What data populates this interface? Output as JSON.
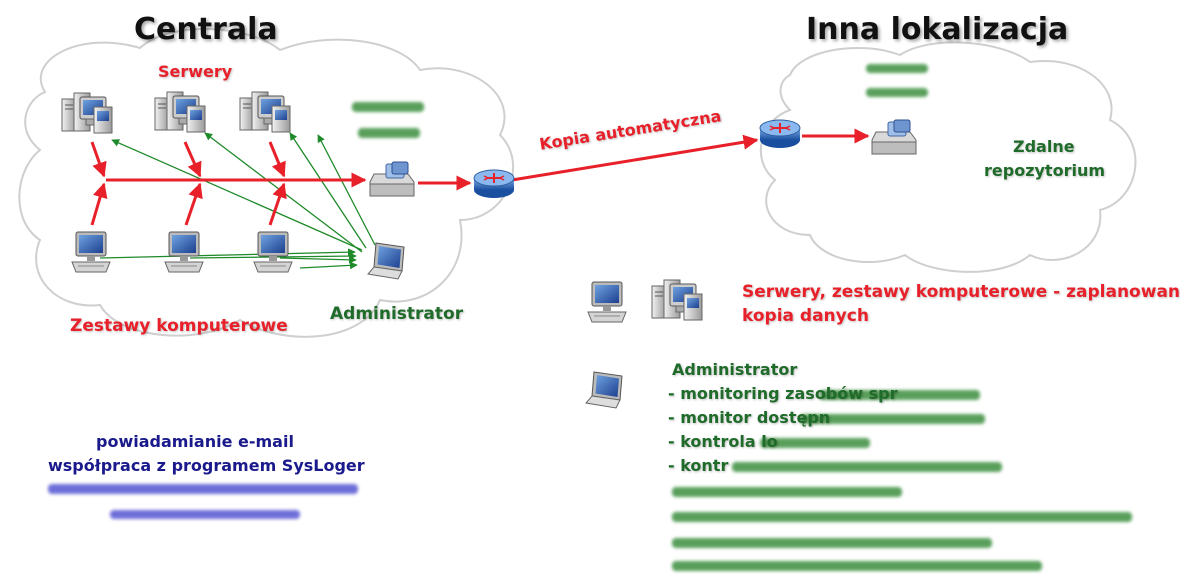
{
  "colors": {
    "red": "#e8202a",
    "green": "#1f6b2a",
    "navy": "#1a1a8c",
    "cloud_edge": "#c9c9c9"
  },
  "left_cloud": {
    "title": "Centrala",
    "servers_label": "Serwery",
    "computers_label": "Zestawy komputerowe",
    "admin_label": "Administrator"
  },
  "right_cloud": {
    "title": "Inna lokalizacja",
    "repo_line1": "Zdalne",
    "repo_line2": "repozytorium"
  },
  "link_label": "Kopia automatyczna",
  "legend": {
    "backup_line1": "Serwery, zestawy komputerowe - zaplanowana",
    "backup_line2": "kopia danych",
    "admin_title": "Administrator",
    "admin_items": [
      "- monitoring zasobów spr",
      "- monitor dostępn",
      "- kontrola lo",
      "- kontr"
    ]
  },
  "notify": {
    "line1": "powiadamianie e-mail",
    "line2": "współpraca z programem SysLoger"
  },
  "icons": [
    "server-icon",
    "workstation-icon",
    "laptop-icon",
    "router-icon",
    "nas-icon"
  ]
}
